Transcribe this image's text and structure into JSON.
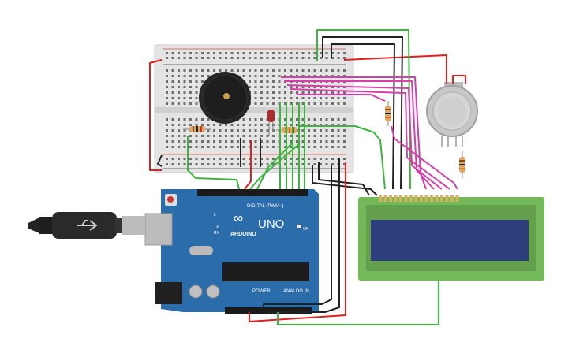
{
  "arduino": {
    "brand": "ARDUINO",
    "model": "UNO",
    "digital_label": "DIGITAL (PWM~)",
    "power_label": "POWER",
    "analog_label": "ANALOG IN",
    "on_label": "ON",
    "led_l": "L",
    "led_tx": "TX",
    "led_rx": "RX"
  },
  "colors": {
    "board_blue": "#2b6cab",
    "wire_red": "#e0201e",
    "wire_black": "#222222",
    "wire_green": "#3db43d",
    "wire_magenta": "#d63ea9",
    "lcd_green": "#74b959",
    "lcd_screen": "#2c3f7c",
    "breadboard": "#e6e6e6"
  },
  "icons": {
    "usb": "usb-cable-icon",
    "logo": "arduino-infinity-icon"
  }
}
